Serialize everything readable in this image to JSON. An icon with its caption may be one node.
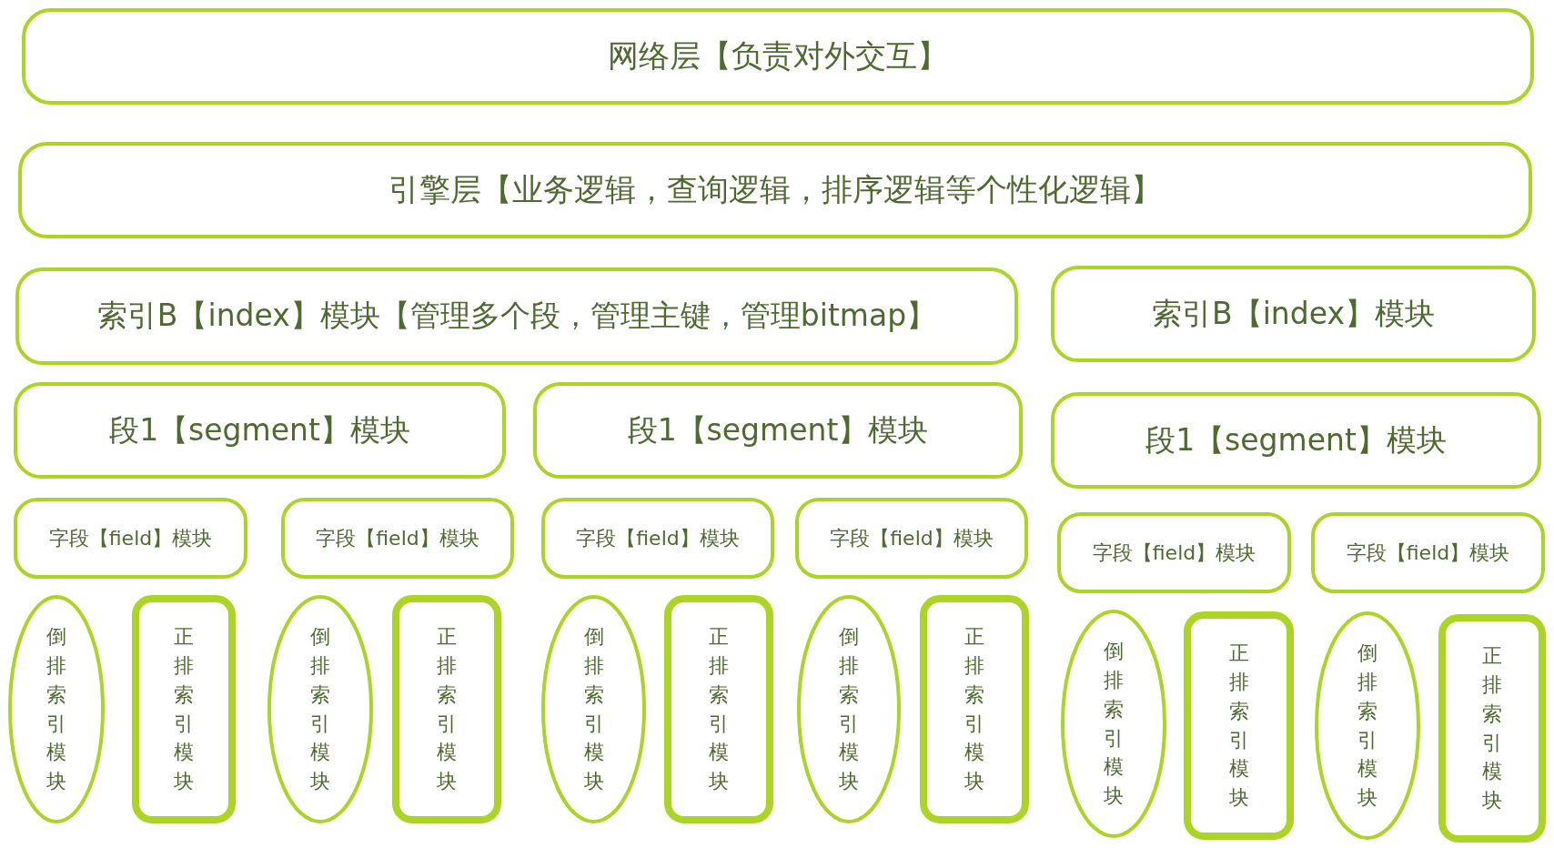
{
  "diagram": {
    "nodes": [
      {
        "text": [
          "网络层【负责对外交互】"
        ]
      },
      {
        "text": [
          "引擎层【业务逻辑，查询逻辑，排序逻辑等个性化逻辑】"
        ]
      },
      {
        "text": [
          "索引B【index】模块【管理多个段，管理主键，管理bitmap】"
        ]
      },
      {
        "text": [
          "索引B【index】模块"
        ]
      },
      {
        "text": [
          "段1【segment】模块"
        ]
      },
      {
        "text": [
          "段1【segment】模块"
        ]
      },
      {
        "text": [
          "段1【segment】模块"
        ]
      },
      {
        "text": [
          "字段【field】模块"
        ]
      },
      {
        "text": [
          "字段【field】模块"
        ]
      },
      {
        "text": [
          "字段【field】模块"
        ]
      },
      {
        "text": [
          "字段【field】模块"
        ]
      },
      {
        "text": [
          "字段【field】模块"
        ]
      },
      {
        "text": [
          "字段【field】模块"
        ]
      },
      {
        "text": [
          "倒排索引模块"
        ]
      },
      {
        "text": [
          "正排索引模块"
        ]
      },
      {
        "text": [
          "倒排索引模块"
        ]
      },
      {
        "text": [
          "正排索引模块"
        ]
      },
      {
        "text": [
          "倒排索引模块"
        ]
      },
      {
        "text": [
          "正排索引模块"
        ]
      },
      {
        "text": [
          "倒排索引模块"
        ]
      },
      {
        "text": [
          "正排索引模块"
        ]
      },
      {
        "text": [
          "倒排索引模块"
        ]
      },
      {
        "text": [
          "正排索引模块"
        ]
      },
      {
        "text": [
          "倒排索引模块"
        ]
      },
      {
        "text": [
          "正排索引模块"
        ]
      }
    ]
  }
}
